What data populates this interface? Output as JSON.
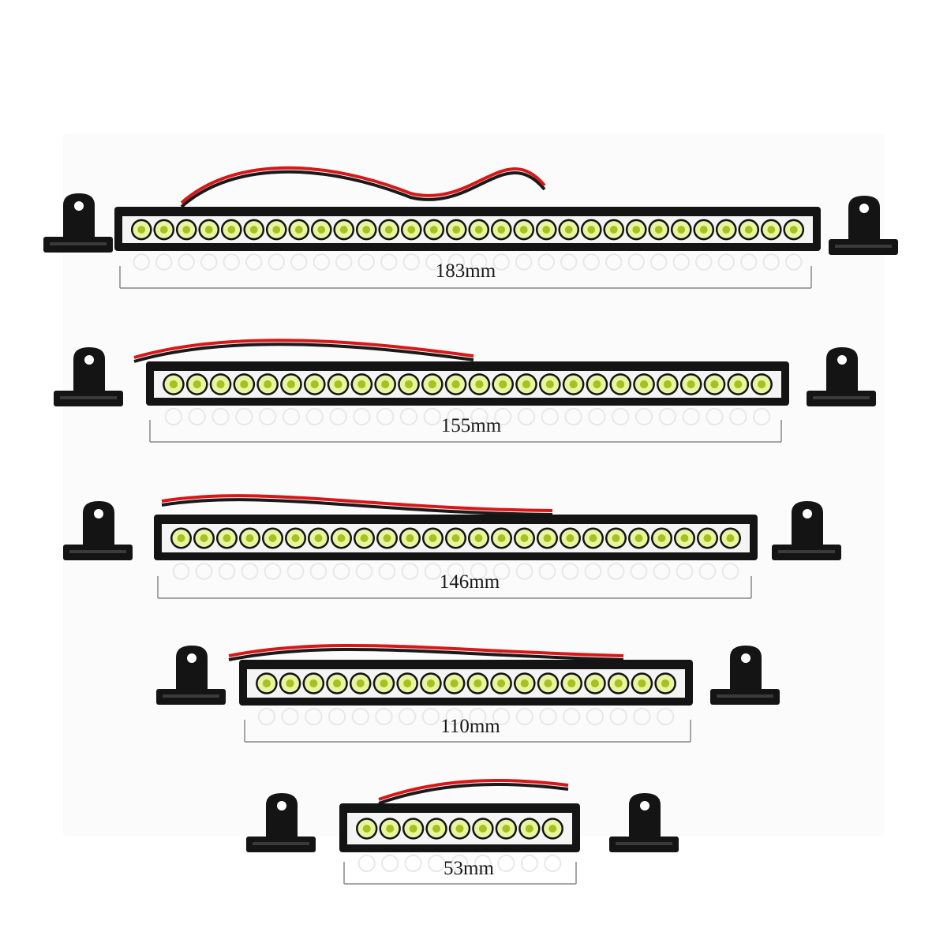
{
  "colors": {
    "housing": "#141414",
    "led": "#e8f5a0",
    "led_core": "#a8c020",
    "wire_red": "#d81818",
    "wire_black": "#1a1a1a",
    "tag_yellow": "#f0d020",
    "measure_line": "#888888"
  },
  "bars": [
    {
      "length_label": "183mm",
      "led_count": 30
    },
    {
      "length_label": "155mm",
      "led_count": 26
    },
    {
      "length_label": "146mm",
      "led_count": 25
    },
    {
      "length_label": "110mm",
      "led_count": 18
    },
    {
      "length_label": "53mm",
      "led_count": 9
    }
  ]
}
